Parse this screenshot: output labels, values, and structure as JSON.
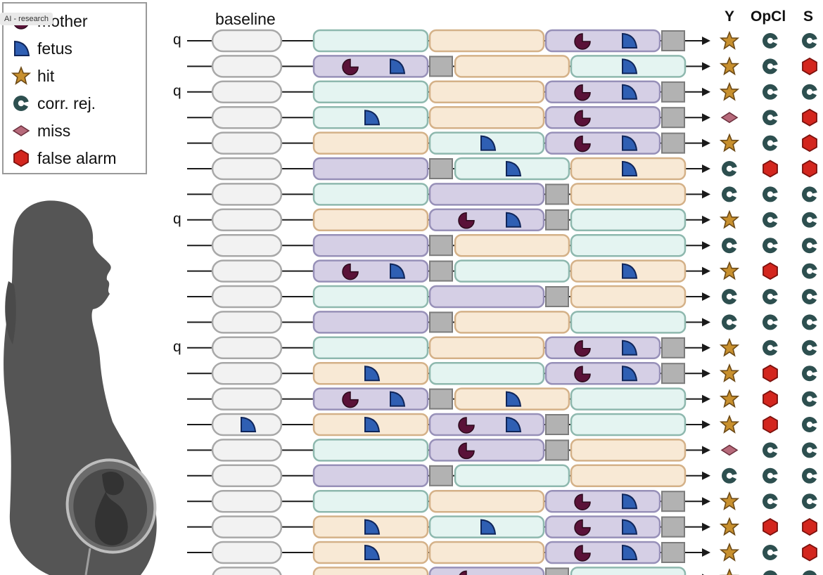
{
  "tag": "AI - research",
  "legend": {
    "items": [
      {
        "label": "mother",
        "icon": "mother-icon",
        "color": "#5a1238"
      },
      {
        "label": "fetus",
        "icon": "fetus-icon",
        "color": "#2f5fb3"
      },
      {
        "label": "hit",
        "icon": "hit-star-icon",
        "color": "#c8902e"
      },
      {
        "label": "corr. rej.",
        "icon": "corr-rej-icon",
        "color": "#2d4f4f"
      },
      {
        "label": "miss",
        "icon": "miss-diamond-icon",
        "color": "#b76a7b"
      },
      {
        "label": "false alarm",
        "icon": "false-alarm-hexagon-icon",
        "color": "#d3261e"
      }
    ]
  },
  "labels": {
    "baseline": "baseline",
    "columns": [
      "Y",
      "OpCl",
      "S"
    ],
    "q": "q"
  },
  "colors": {
    "baseline_fill": "#f2f2f2",
    "baseline_stroke": "#a8a8a8",
    "teal_fill": "#e4f4f1",
    "teal_stroke": "#8eb8ae",
    "tan_fill": "#f8e9d5",
    "tan_stroke": "#d4b188",
    "purple_fill": "#d5cfe5",
    "purple_stroke": "#9790b8",
    "gap_fill": "#b2b2b2",
    "gap_stroke": "#7c7c7c",
    "arrow": "#1a1a1a"
  },
  "rows": [
    {
      "q": true,
      "base": "",
      "segs": [
        [
          "T",
          ""
        ],
        [
          "N",
          ""
        ],
        [
          "P",
          "MF"
        ]
      ],
      "gap": 3,
      "out": [
        "hit",
        "cr",
        "cr"
      ]
    },
    {
      "q": false,
      "base": "",
      "segs": [
        [
          "P",
          "MF"
        ],
        [
          "N",
          ""
        ],
        [
          "T",
          "F"
        ]
      ],
      "gap": 1,
      "out": [
        "hit",
        "cr",
        "fa"
      ]
    },
    {
      "q": true,
      "base": "",
      "segs": [
        [
          "T",
          ""
        ],
        [
          "N",
          ""
        ],
        [
          "P",
          "MF"
        ]
      ],
      "gap": 3,
      "out": [
        "hit",
        "cr",
        "cr"
      ]
    },
    {
      "q": false,
      "base": "",
      "segs": [
        [
          "T",
          "F"
        ],
        [
          "N",
          ""
        ],
        [
          "P",
          "M"
        ]
      ],
      "gap": 3,
      "out": [
        "miss",
        "cr",
        "fa"
      ]
    },
    {
      "q": false,
      "base": "",
      "segs": [
        [
          "N",
          ""
        ],
        [
          "T",
          "F"
        ],
        [
          "P",
          "MF"
        ]
      ],
      "gap": 3,
      "out": [
        "hit",
        "cr",
        "fa"
      ]
    },
    {
      "q": false,
      "base": "",
      "segs": [
        [
          "P",
          ""
        ],
        [
          "T",
          "F"
        ],
        [
          "N",
          "F"
        ]
      ],
      "gap": 1,
      "out": [
        "cr",
        "fa",
        "fa"
      ]
    },
    {
      "q": false,
      "base": "",
      "segs": [
        [
          "T",
          ""
        ],
        [
          "P",
          ""
        ],
        [
          "N",
          ""
        ]
      ],
      "gap": 2,
      "out": [
        "cr",
        "cr",
        "cr"
      ]
    },
    {
      "q": true,
      "base": "",
      "segs": [
        [
          "N",
          ""
        ],
        [
          "P",
          "MF"
        ],
        [
          "T",
          ""
        ]
      ],
      "gap": 2,
      "out": [
        "hit",
        "cr",
        "cr"
      ]
    },
    {
      "q": false,
      "base": "",
      "segs": [
        [
          "P",
          ""
        ],
        [
          "N",
          ""
        ],
        [
          "T",
          ""
        ]
      ],
      "gap": 1,
      "out": [
        "cr",
        "cr",
        "cr"
      ]
    },
    {
      "q": false,
      "base": "",
      "segs": [
        [
          "P",
          "MF"
        ],
        [
          "T",
          ""
        ],
        [
          "N",
          "F"
        ]
      ],
      "gap": 1,
      "out": [
        "hit",
        "fa",
        "cr"
      ]
    },
    {
      "q": false,
      "base": "",
      "segs": [
        [
          "T",
          ""
        ],
        [
          "P",
          ""
        ],
        [
          "N",
          ""
        ]
      ],
      "gap": 2,
      "out": [
        "cr",
        "cr",
        "cr"
      ]
    },
    {
      "q": false,
      "base": "",
      "segs": [
        [
          "P",
          ""
        ],
        [
          "N",
          ""
        ],
        [
          "T",
          ""
        ]
      ],
      "gap": 1,
      "out": [
        "cr",
        "cr",
        "cr"
      ]
    },
    {
      "q": true,
      "base": "",
      "segs": [
        [
          "T",
          ""
        ],
        [
          "N",
          ""
        ],
        [
          "P",
          "MF"
        ]
      ],
      "gap": 3,
      "out": [
        "hit",
        "cr",
        "cr"
      ]
    },
    {
      "q": false,
      "base": "",
      "segs": [
        [
          "N",
          "F"
        ],
        [
          "T",
          ""
        ],
        [
          "P",
          "MF"
        ]
      ],
      "gap": 3,
      "out": [
        "hit",
        "fa",
        "cr"
      ]
    },
    {
      "q": false,
      "base": "",
      "segs": [
        [
          "P",
          "MF"
        ],
        [
          "N",
          "F"
        ],
        [
          "T",
          ""
        ]
      ],
      "gap": 1,
      "out": [
        "hit",
        "fa",
        "cr"
      ]
    },
    {
      "q": false,
      "base": "F",
      "segs": [
        [
          "N",
          "F"
        ],
        [
          "P",
          "MF"
        ],
        [
          "T",
          ""
        ]
      ],
      "gap": 2,
      "out": [
        "hit",
        "fa",
        "cr"
      ]
    },
    {
      "q": false,
      "base": "",
      "segs": [
        [
          "T",
          ""
        ],
        [
          "P",
          "M"
        ],
        [
          "N",
          ""
        ]
      ],
      "gap": 2,
      "out": [
        "miss",
        "cr",
        "cr"
      ]
    },
    {
      "q": false,
      "base": "",
      "segs": [
        [
          "P",
          ""
        ],
        [
          "T",
          ""
        ],
        [
          "N",
          ""
        ]
      ],
      "gap": 1,
      "out": [
        "cr",
        "cr",
        "cr"
      ]
    },
    {
      "q": false,
      "base": "",
      "segs": [
        [
          "T",
          ""
        ],
        [
          "N",
          ""
        ],
        [
          "P",
          "MF"
        ]
      ],
      "gap": 3,
      "out": [
        "hit",
        "cr",
        "cr"
      ]
    },
    {
      "q": false,
      "base": "",
      "segs": [
        [
          "N",
          "F"
        ],
        [
          "T",
          "F"
        ],
        [
          "P",
          "MF"
        ]
      ],
      "gap": 3,
      "out": [
        "hit",
        "fa",
        "fa"
      ]
    },
    {
      "q": false,
      "base": "",
      "segs": [
        [
          "N",
          "F"
        ],
        [
          "N",
          ""
        ],
        [
          "P",
          "MF"
        ]
      ],
      "gap": 3,
      "out": [
        "hit",
        "cr",
        "fa"
      ]
    },
    {
      "q": false,
      "base": "",
      "segs": [
        [
          "N",
          ""
        ],
        [
          "P",
          "M"
        ],
        [
          "T",
          ""
        ]
      ],
      "gap": 2,
      "out": [
        "hit",
        "cr",
        "cr"
      ]
    }
  ]
}
